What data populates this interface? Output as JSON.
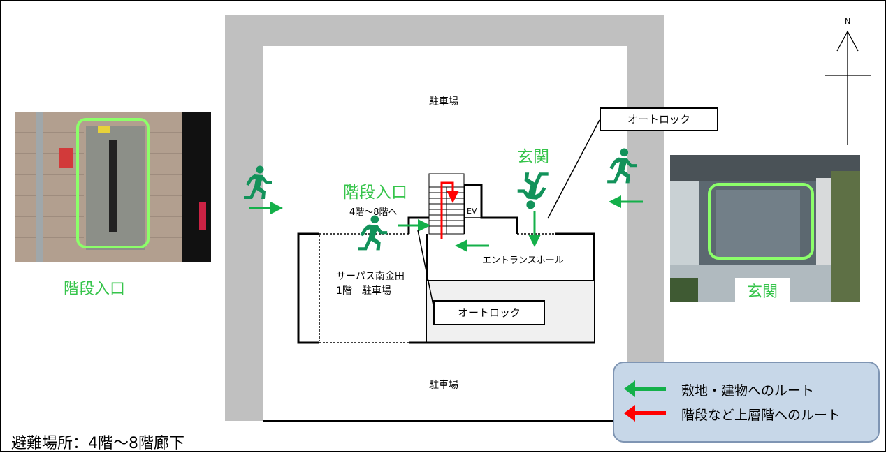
{
  "labels": {
    "parking_top": "駐車場",
    "parking_bottom": "駐車場",
    "stair_entrance_title": "階段入口",
    "floors_link": "4階～8階へ",
    "ev": "EV",
    "entrance_title": "玄関",
    "entrance_hall": "エントランスホール",
    "building_line1": "サーパス南金田",
    "building_line2": "1階　駐車場",
    "autolock_top": "オートロック",
    "autolock_bottom": "オートロック",
    "photo_left_caption": "階段入口",
    "photo_right_caption": "玄関",
    "evacuation_note": "避難場所：4階～8階廊下",
    "north": "N"
  },
  "legend": {
    "green_label": "敷地・建物へのルート",
    "red_label": "階段など上層階へのルート"
  },
  "colors": {
    "green_route": "#14b04a",
    "red_route": "#ff0000",
    "label_green": "#35c44a",
    "runner_green": "#12925a",
    "wall_gray": "#c0c0c0",
    "legend_bg": "#c7d7e8"
  },
  "icons": {
    "runner": "running-person-icon",
    "north": "compass-north-icon"
  }
}
